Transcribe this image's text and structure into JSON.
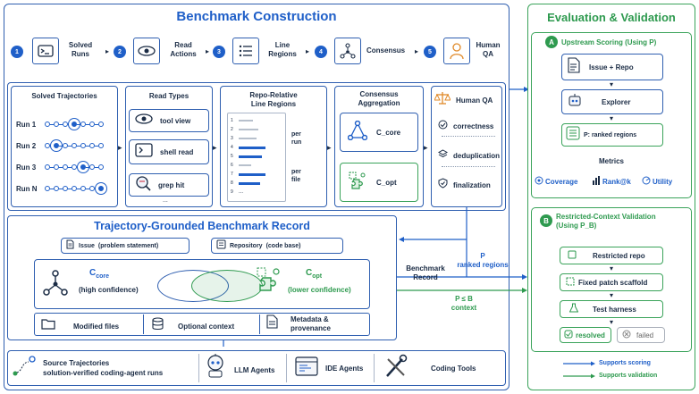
{
  "construction": {
    "title": "Benchmark Construction",
    "steps": [
      {
        "num": "1",
        "label": "Solved\nRuns"
      },
      {
        "num": "2",
        "label": "Read\nActions"
      },
      {
        "num": "3",
        "label": "Line\nRegions"
      },
      {
        "num": "4",
        "label": "Consensus"
      },
      {
        "num": "5",
        "label": "Human\nQA"
      }
    ],
    "trajectories": {
      "title": "Solved Trajectories",
      "runs": [
        "Run 1",
        "Run 2",
        "Run 3",
        "Run N"
      ]
    },
    "read_types": {
      "title": "Read Types",
      "items": [
        "tool view",
        "shell read",
        "grep hit"
      ],
      "more": "..."
    },
    "regions": {
      "title": "Repo-Relative\nLine Regions",
      "line_nums": [
        "1",
        "2",
        "3",
        "4",
        "5",
        "6",
        "7",
        "8",
        "9"
      ],
      "more": "...",
      "per_run": "per\nrun",
      "per_file": "per\nfile"
    },
    "consensus": {
      "title": "Consensus\nAggregation",
      "core": "C_core",
      "opt": "C_opt"
    },
    "human_qa": {
      "title": "Human QA",
      "items": [
        "correctness",
        "deduplication",
        "finalization"
      ]
    }
  },
  "record": {
    "title": "Trajectory-Grounded Benchmark Record",
    "issue_bold": "Issue",
    "issue_rest": "(problem statement)",
    "repo_bold": "Repository",
    "repo_rest": "(code base)",
    "core_main": "C",
    "core_sub": "core",
    "core_desc": "(high confidence)",
    "opt_main": "C",
    "opt_sub": "opt",
    "opt_desc": "(lower confidence)",
    "modified": "Modified files",
    "optional": "Optional context",
    "metadata": "Metadata &\nprovenance"
  },
  "sources": {
    "traj": "Source Trajectories\nsolution-verified coding-agent runs",
    "llm": "LLM Agents",
    "ide": "IDE Agents",
    "tools": "Coding Tools"
  },
  "connectors": {
    "p_ranked": "P\nranked regions",
    "bench_record": "Benchmark\nRecord",
    "pb_context": "P ≤ B\ncontext"
  },
  "evaluation": {
    "title": "Evaluation & Validation",
    "a_badge": "A",
    "a_title": "Upstream Scoring (Using P)",
    "issue_repo": "Issue  + Repo",
    "explorer": "Explorer",
    "ranked": "P: ranked regions",
    "metrics_title": "Metrics",
    "metrics": [
      "Coverage",
      "Rank@k",
      "Utility"
    ],
    "b_badge": "B",
    "b_title": "Restricted-Context Validation\n(Using P_B)",
    "restricted": "Restricted repo",
    "scaffold": "Fixed patch scaffold",
    "harness": "Test harness",
    "resolved": "resolved",
    "failed": "failed",
    "legend_scoring": "Supports scoring",
    "legend_validation": "Supports validation"
  },
  "colors": {
    "blue": "#1f5fc8",
    "green": "#2e9a4f",
    "dark": "#1a2b44"
  }
}
